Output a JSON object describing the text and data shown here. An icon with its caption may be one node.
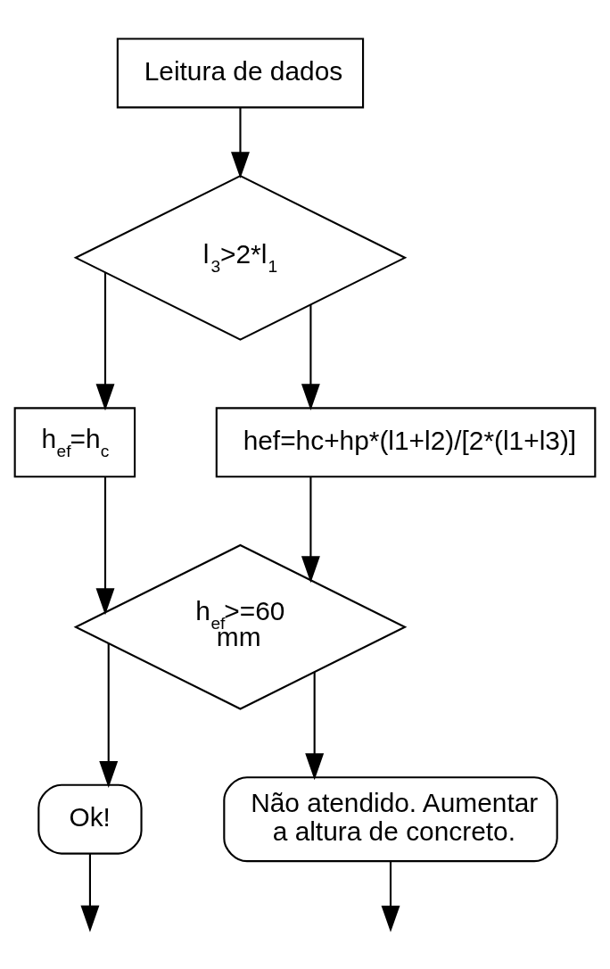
{
  "diagram": {
    "nodes": [
      {
        "text": [
          "Leitura de dados"
        ]
      },
      {
        "text": [
          "l$_{3}$>2*l$_{1}$"
        ]
      },
      {
        "text": [
          "h$_{ef}$=h$_{c}$"
        ]
      },
      {
        "text": [
          "hef=hc+hp*(l1+l2)/[2*(l1+l3)]"
        ]
      },
      {
        "text": [
          "h$_{ef}$>=60 mm"
        ]
      },
      {
        "text": [
          "Ok!"
        ]
      },
      {
        "text": [
          "Não atendido. Aumentar a altura de concreto."
        ]
      }
    ],
    "edges": [
      {
        "from": 0,
        "to": 1,
        "arrow": "to"
      },
      {
        "from": 1,
        "to": 3,
        "arrow": "to"
      },
      {
        "from": 1,
        "to": 2,
        "arrow": "to"
      },
      {
        "from": 3,
        "to": 4,
        "arrow": "to"
      },
      {
        "from": 2,
        "to": 4,
        "arrow": "to"
      },
      {
        "from": 4,
        "to": 6,
        "arrow": "to"
      },
      {
        "from": 4,
        "to": 5,
        "arrow": "to"
      },
      {
        "from": 6,
        "to": null,
        "arrow": "to"
      },
      {
        "from": 5,
        "to": null,
        "arrow": "to"
      }
    ]
  }
}
